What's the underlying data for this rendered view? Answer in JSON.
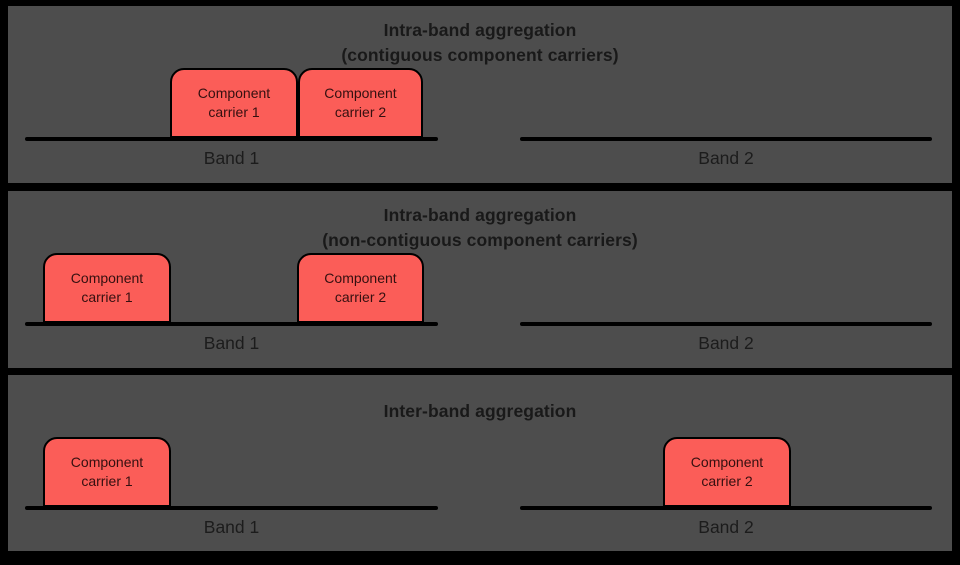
{
  "colors": {
    "frame_background": "#000000",
    "panel_background": "#4d4d4d",
    "carrier_fill": "#fb5d58",
    "carrier_border": "#000000",
    "carrier_text": "#351010",
    "title_text": "#191919",
    "band_line": "#000000"
  },
  "panels": [
    {
      "id": "intra-band-contiguous",
      "title_line1": "Intra-band aggregation",
      "title_line2": "(contiguous component carriers)",
      "bands": [
        {
          "label": "Band 1",
          "carriers": [
            {
              "line1": "Component",
              "line2": "carrier 1"
            },
            {
              "line1": "Component",
              "line2": "carrier 2"
            }
          ]
        },
        {
          "label": "Band 2",
          "carriers": []
        }
      ]
    },
    {
      "id": "intra-band-non-contiguous",
      "title_line1": "Intra-band aggregation",
      "title_line2": "(non-contiguous component carriers)",
      "bands": [
        {
          "label": "Band 1",
          "carriers": [
            {
              "line1": "Component",
              "line2": "carrier 1"
            },
            {
              "line1": "Component",
              "line2": "carrier 2"
            }
          ]
        },
        {
          "label": "Band 2",
          "carriers": []
        }
      ]
    },
    {
      "id": "inter-band",
      "title_line1": "Inter-band aggregation",
      "title_line2": "",
      "bands": [
        {
          "label": "Band 1",
          "carriers": [
            {
              "line1": "Component",
              "line2": "carrier 1"
            }
          ]
        },
        {
          "label": "Band 2",
          "carriers": [
            {
              "line1": "Component",
              "line2": "carrier 2"
            }
          ]
        }
      ]
    }
  ]
}
